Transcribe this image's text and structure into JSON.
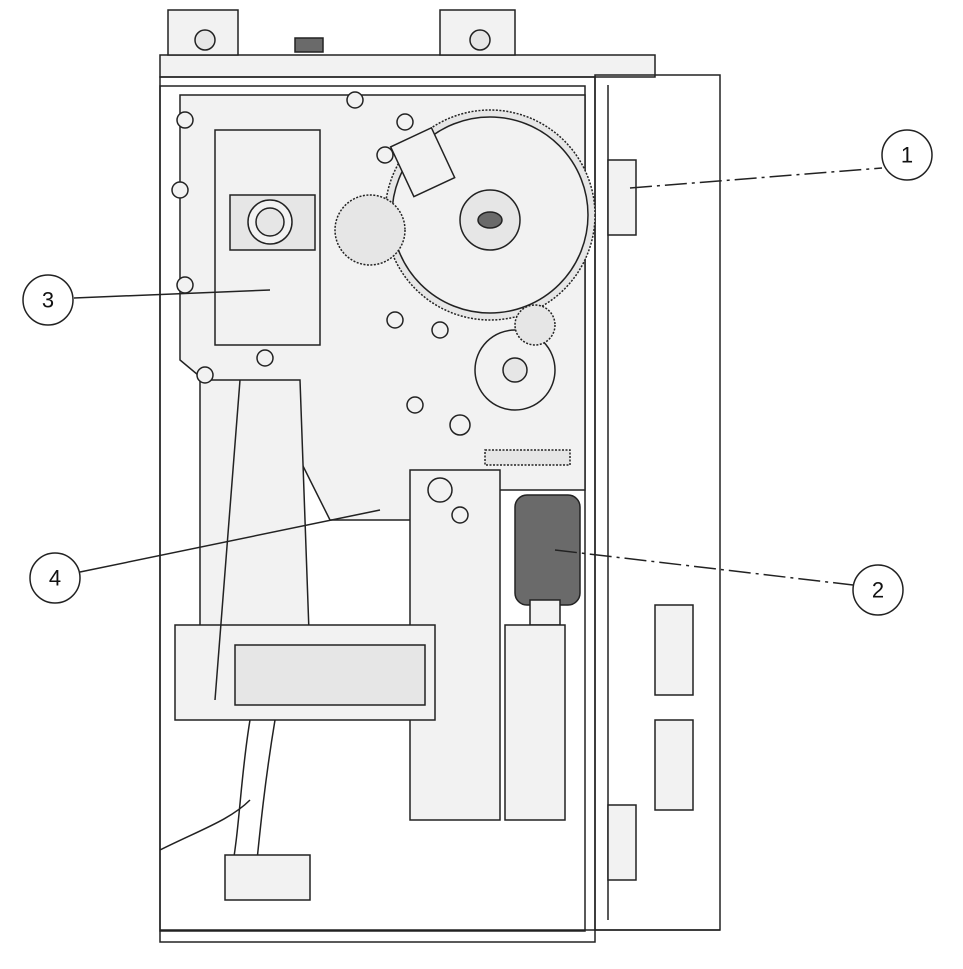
{
  "diagram": {
    "callouts": [
      {
        "label": "1",
        "leader": "dash-dot"
      },
      {
        "label": "2",
        "leader": "dash-dot"
      },
      {
        "label": "3",
        "leader": "solid"
      },
      {
        "label": "4",
        "leader": "solid"
      }
    ]
  }
}
